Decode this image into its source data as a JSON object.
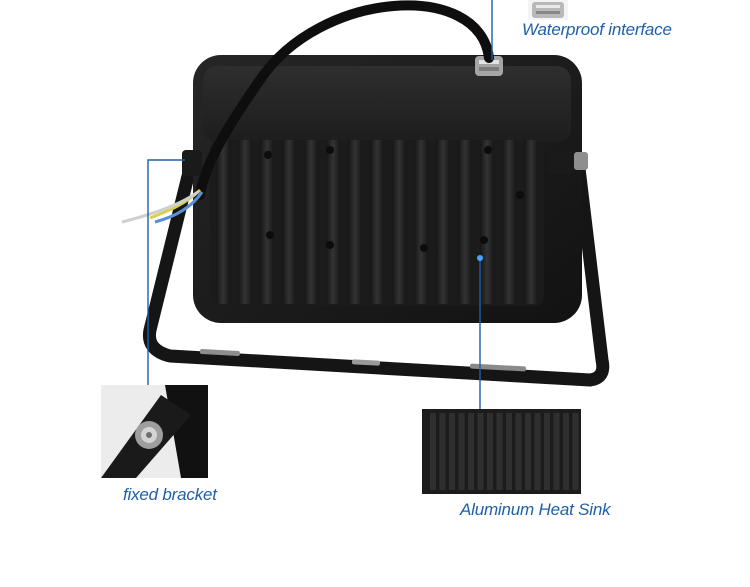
{
  "labels": {
    "waterproof_interface": "Waterproof interface",
    "fixed_bracket": "fixed bracket",
    "aluminum_heat_sink": "Aluminum Heat Sink"
  },
  "colors": {
    "label_text": "#1f5fa8",
    "callout_line": "#1f5fa8",
    "housing": "#1c1c1c",
    "fin": "#2b2b2b",
    "fin_shadow": "#141414",
    "bracket": "#161616",
    "cable": "#0f0f0f",
    "background": "#ffffff"
  }
}
